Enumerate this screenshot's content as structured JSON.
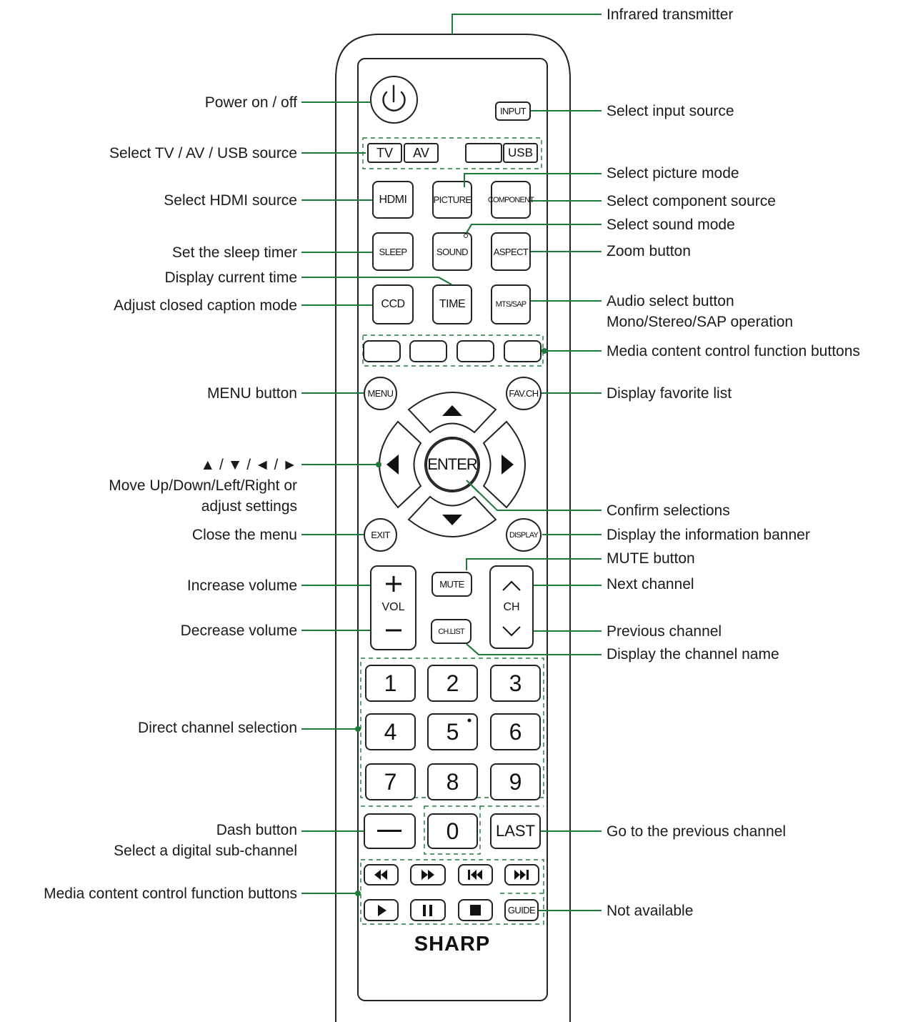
{
  "labels_left": {
    "power": "Power on / off",
    "tv_av_usb": "Select TV / AV / USB source",
    "hdmi": "Select HDMI source",
    "sleep": "Set the sleep timer",
    "time": "Display current time",
    "ccd": "Adjust closed caption mode",
    "menu": "MENU button",
    "arrows_line1": "▲ / ▼ / ◄ / ►",
    "arrows_line2": "Move Up/Down/Left/Right or",
    "arrows_line3": "adjust settings",
    "exit": "Close the menu",
    "vol_up": "Increase volume",
    "vol_down": "Decrease volume",
    "digits": "Direct channel selection",
    "dash_line1": "Dash button",
    "dash_line2": "Select a digital sub-channel",
    "media": "Media content control function buttons"
  },
  "labels_right": {
    "ir": "Infrared transmitter",
    "input": "Select input source",
    "picture": "Select picture mode",
    "component": "Select component source",
    "sound": "Select sound mode",
    "aspect": "Zoom button",
    "mts_line1": "Audio select button",
    "mts_line2": "Mono/Stereo/SAP operation",
    "color_keys": "Media content control function buttons",
    "fav": "Display favorite list",
    "enter": "Confirm selections",
    "display": "Display the information banner",
    "mute": "MUTE button",
    "ch_up": "Next channel",
    "ch_down": "Previous channel",
    "chlist": "Display the channel name",
    "last": "Go to the previous channel",
    "guide": "Not available"
  },
  "remote": {
    "input": "INPUT",
    "tv": "TV",
    "av": "AV",
    "usb": "USB",
    "hdmi": "HDMI",
    "picture": "PICTURE",
    "component": "COMPONENT",
    "sleep": "SLEEP",
    "sound": "SOUND",
    "aspect": "ASPECT",
    "ccd": "CCD",
    "time": "TIME",
    "mts": "MTS/SAP",
    "menu": "MENU",
    "fav": "FAV.CH",
    "enter": "ENTER",
    "exit": "EXIT",
    "display": "DISPLAY",
    "vol": "VOL",
    "ch": "CH",
    "mute": "MUTE",
    "chlist": "CH.LIST",
    "digits": [
      "1",
      "2",
      "3",
      "4",
      "5",
      "6",
      "7",
      "8",
      "9"
    ],
    "zero": "0",
    "last": "LAST",
    "guide": "GUIDE",
    "brand": "SHARP"
  },
  "colors": {
    "leader": "#1e7a3a",
    "outline": "#222222"
  }
}
